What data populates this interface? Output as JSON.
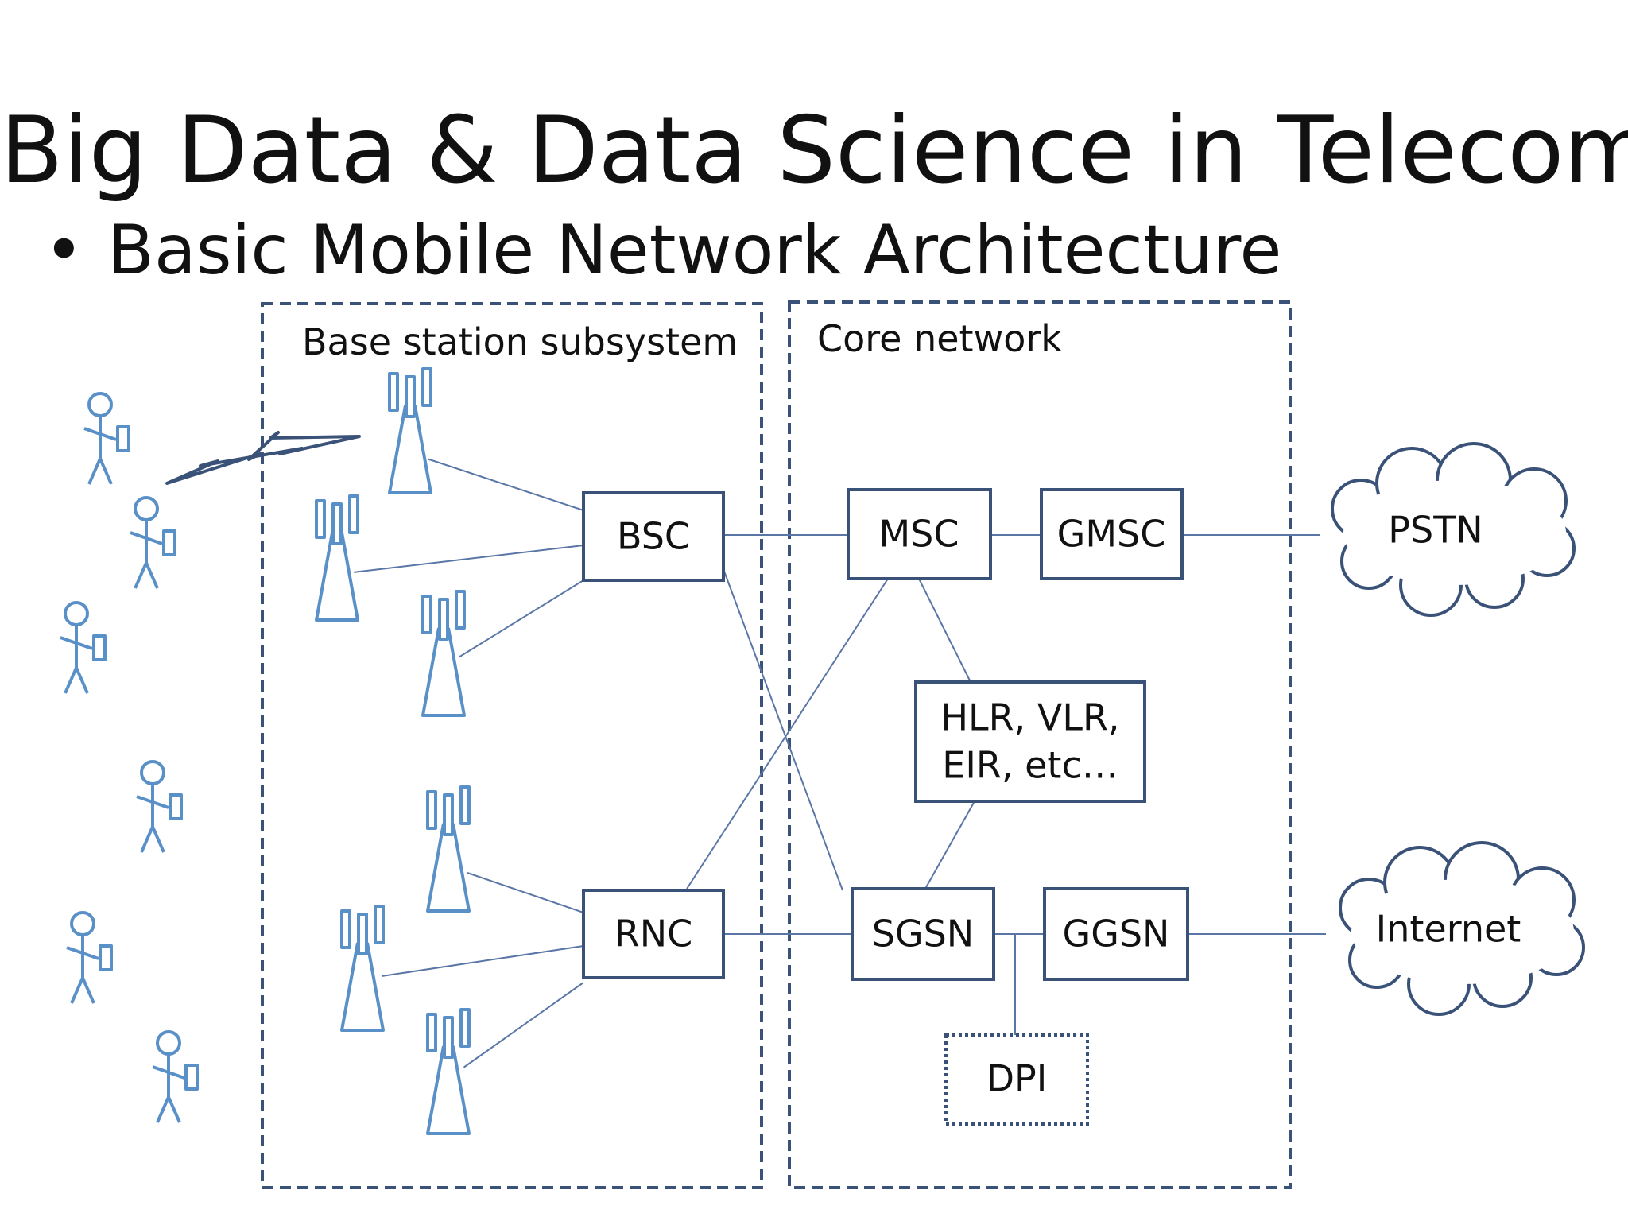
{
  "slide": {
    "title": "Big Data & Data Science in Telecom",
    "bullet_marker": "•",
    "bullet": "Basic Mobile Network Architecture"
  },
  "regions": {
    "bss_label": "Base station subsystem",
    "core_label": "Core network"
  },
  "nodes": {
    "bsc": "BSC",
    "rnc": "RNC",
    "msc": "MSC",
    "gmsc": "GMSC",
    "hlr_line1": "HLR, VLR,",
    "hlr_line2": "EIR, etc…",
    "sgsn": "SGSN",
    "ggsn": "GGSN",
    "dpi": "DPI",
    "pstn": "PSTN",
    "internet": "Internet"
  },
  "icons": {
    "user": "mobile-user-icon",
    "tower": "cell-tower-icon",
    "radio_link": "lightning-bolt-icon",
    "cloud": "cloud-icon"
  },
  "colors": {
    "icon_blue": "#5a90c8",
    "box_stroke": "#3b5278",
    "connector": "#5a76a6"
  }
}
